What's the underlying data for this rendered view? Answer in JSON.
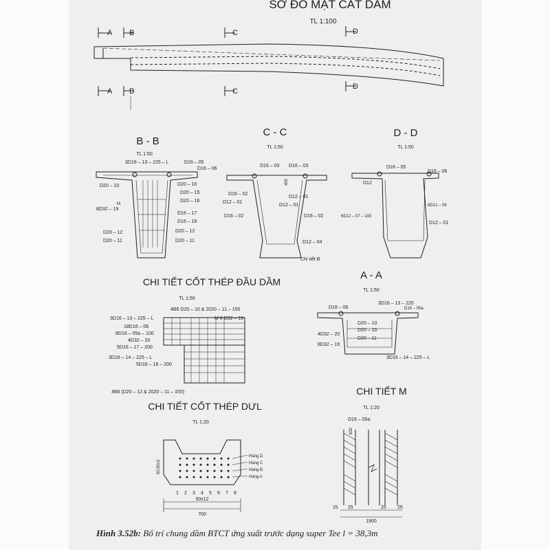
{
  "header": {
    "title": "SƠ ĐỒ MẶT CẮT DẦM",
    "scale": "TL 1:100"
  },
  "section_marks": {
    "a": "A",
    "b": "B",
    "c": "C",
    "d": "D"
  },
  "sections": {
    "bb": {
      "title": "B - B",
      "scale": "TL 1:50",
      "labels": [
        "3D16 – 13 – 225 – L",
        "D16 – 05",
        "D16 – 06",
        "D20 – 10",
        "D20 – 10",
        "D20 – 15",
        "D20 – 16",
        "8D32 – 19",
        "D16 – 17",
        "D16 – 18",
        "D20 – 12",
        "D20 – 12",
        "D20 – 11",
        "D20 – 11",
        "M"
      ]
    },
    "cc": {
      "title": "C - C",
      "scale": "TL 1:50",
      "labels": [
        "D16 – 03",
        "D16 – 03",
        "400",
        "D16 – 02",
        "D12 – 01",
        "D12 – 01",
        "D12 – 01",
        "D16 – 02",
        "D16 – 02",
        "D12 – 04",
        "Chi tiết B"
      ]
    },
    "dd": {
      "title": "D - D",
      "scale": "TL 1:50",
      "labels": [
        "D16 – 05",
        "D16 – 06",
        "D12",
        "6D12 – 08",
        "6D12 – 07 – 100",
        "D12 – 01"
      ]
    },
    "aa": {
      "title": "A - A",
      "scale": "TL 1:50",
      "labels": [
        "D16 – 06",
        "3D16 – 13 – 225",
        "D16 – 05a",
        "D20 – 10",
        "D20 – 10",
        "4D32 – 20",
        "D20 – 11",
        "8D32 – 19",
        "3D16 – 14 – 225 – L"
      ]
    }
  },
  "end_detail": {
    "title": "CHI TIẾT CỐT THÉP ĐẦU DẦM",
    "scale": "TL 1:50",
    "labels": [
      "3D16 – 13 – 225 – L",
      "4B6 D20 – 10 & 2020 – 11 – 150",
      "18D16 – 06",
      "M 8 D32 – 19",
      "8D16 – 05a – 100",
      "4D32 – 20",
      "5D16 – 17 – 200",
      "3D16 – 14 – 225 – L",
      "5D16 – 18 – 200",
      "4B6 (D20 – 12 & 2020 – 11 – 150)"
    ]
  },
  "prestress_detail": {
    "title": "CHI TIẾT CỐT THÉP DƯL",
    "scale": "TL 1:20",
    "rows": [
      "Hàng D",
      "Hàng C",
      "Hàng B",
      "Hàng A"
    ],
    "side_dim": "50,50x3",
    "strand_ids": [
      "1",
      "2",
      "3",
      "4",
      "5",
      "6",
      "7",
      "8"
    ],
    "dim_spacing": "50x12",
    "dim_width": "700"
  },
  "m_detail": {
    "title": "CHI TIẾT M",
    "scale": "TL 1:20",
    "label": "D16 – 05a",
    "side": "632",
    "dims": [
      "25",
      "25",
      "25",
      "25"
    ],
    "total": "1900"
  },
  "caption": {
    "prefix": "Hình 3.52b:",
    "text": " Bố trí chung dầm BTCT ứng suất trước dạng super Tee l = 38,3m"
  },
  "colors": {
    "paper": "#efeff0",
    "ink": "#1e1e22"
  }
}
